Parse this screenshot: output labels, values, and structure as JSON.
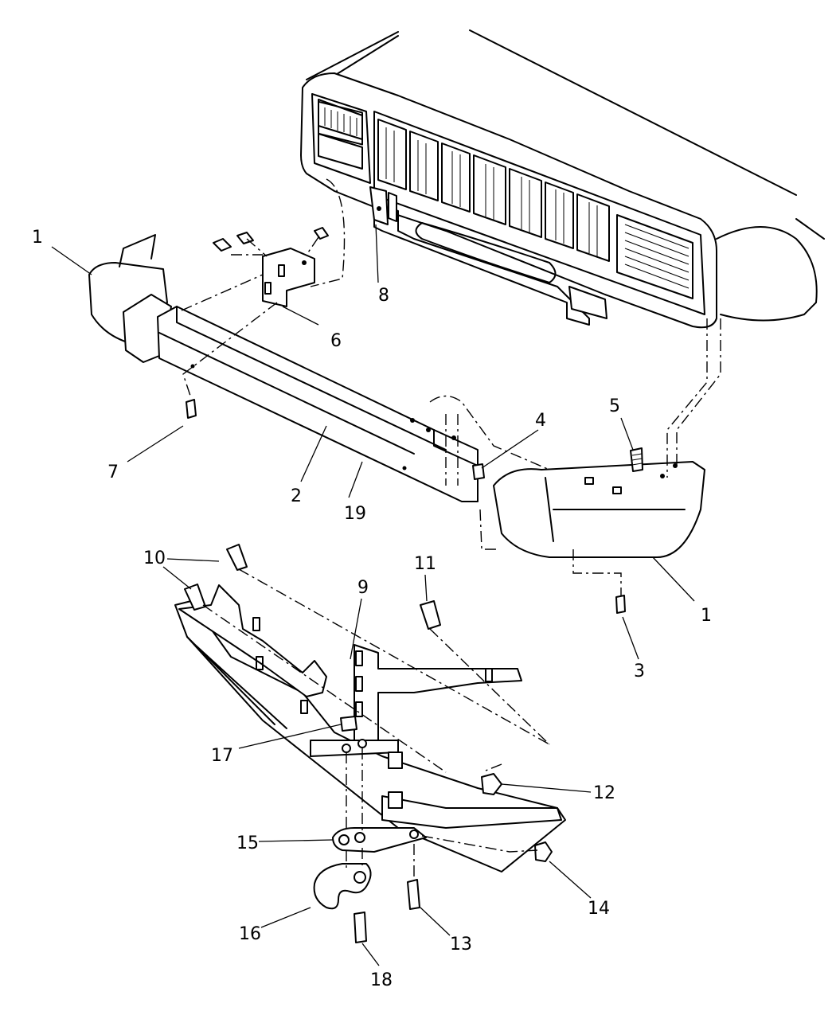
{
  "callouts": [
    {
      "id": "c1a",
      "text": "1"
    },
    {
      "id": "c1b",
      "text": "1"
    },
    {
      "id": "c2",
      "text": "2"
    },
    {
      "id": "c3",
      "text": "3"
    },
    {
      "id": "c4",
      "text": "4"
    },
    {
      "id": "c5",
      "text": "5"
    },
    {
      "id": "c6",
      "text": "6"
    },
    {
      "id": "c7",
      "text": "7"
    },
    {
      "id": "c8",
      "text": "8"
    },
    {
      "id": "c9",
      "text": "9"
    },
    {
      "id": "c10",
      "text": "10"
    },
    {
      "id": "c11",
      "text": "11"
    },
    {
      "id": "c12",
      "text": "12"
    },
    {
      "id": "c13",
      "text": "13"
    },
    {
      "id": "c14",
      "text": "14"
    },
    {
      "id": "c15",
      "text": "15"
    },
    {
      "id": "c16",
      "text": "16"
    },
    {
      "id": "c17",
      "text": "17"
    },
    {
      "id": "c18",
      "text": "18"
    },
    {
      "id": "c19",
      "text": "19"
    }
  ]
}
